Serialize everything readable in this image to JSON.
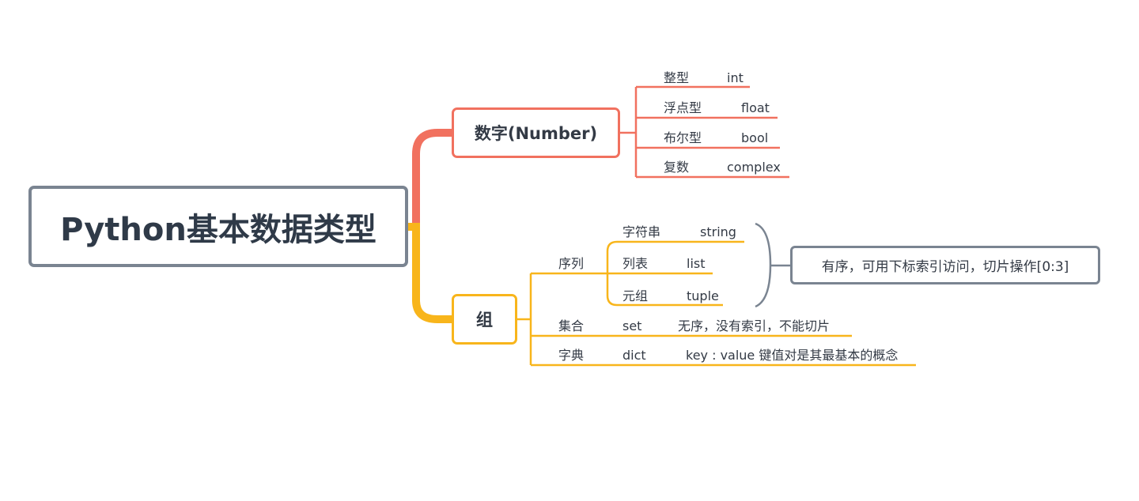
{
  "root": "Python基本数据类型",
  "numbers": {
    "title": "数字(Number)",
    "items": [
      {
        "cn": "整型",
        "en": "int"
      },
      {
        "cn": "浮点型",
        "en": "float"
      },
      {
        "cn": "布尔型",
        "en": "bool"
      },
      {
        "cn": "复数",
        "en": "complex"
      }
    ]
  },
  "group": {
    "title": "组",
    "sequence": {
      "label": "序列",
      "items": [
        {
          "cn": "字符串",
          "en": "string"
        },
        {
          "cn": "列表",
          "en": "list"
        },
        {
          "cn": "元组",
          "en": "tuple"
        }
      ],
      "note": "有序，可用下标索引访问，切片操作[0:3]"
    },
    "set": {
      "cn": "集合",
      "en": "set",
      "desc": "无序，没有索引，不能切片"
    },
    "dict": {
      "cn": "字典",
      "en": "dict",
      "desc": "key : value 键值对是其最基本的概念"
    }
  },
  "colors": {
    "numbers_branch": "#f1715f",
    "group_branch": "#f8b51b",
    "root_border": "#7a8491",
    "text": "#333a45"
  }
}
